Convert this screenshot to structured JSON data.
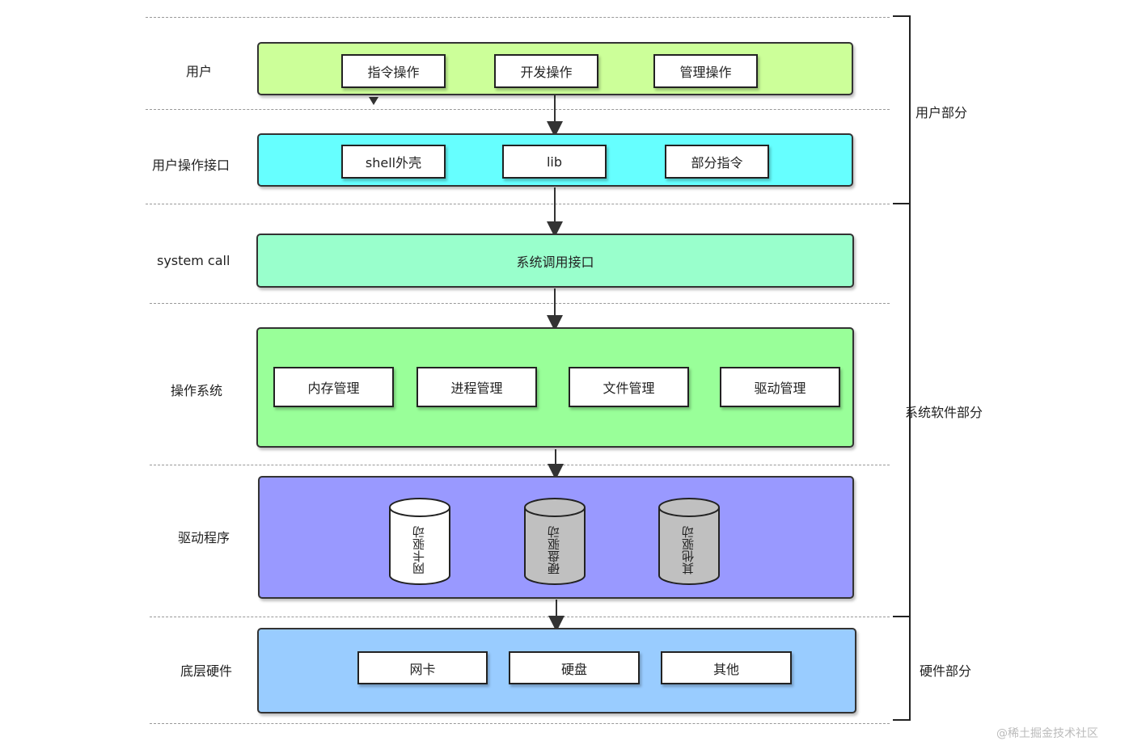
{
  "colors": {
    "user_layer": "#ccff99",
    "interface_layer": "#66ffff",
    "syscall_layer": "#99ffcc",
    "os_layer": "#99ff99",
    "driver_layer": "#9999ff",
    "hardware_layer": "#99ccff",
    "cylinder_white": "#ffffff",
    "cylinder_gray": "#c0c0c0"
  },
  "layers": {
    "user": {
      "label": "用户",
      "items": [
        "指令操作",
        "开发操作",
        "管理操作"
      ]
    },
    "user_interface": {
      "label": "用户操作接口",
      "items": [
        "shell外壳",
        "lib",
        "部分指令"
      ]
    },
    "system_call": {
      "label": "system call",
      "text": "系统调用接口"
    },
    "os": {
      "label": "操作系统",
      "items": [
        "内存管理",
        "进程管理",
        "文件管理",
        "驱动管理"
      ]
    },
    "drivers": {
      "label": "驱动程序",
      "items": [
        "网卡驱动",
        "硬盘驱动",
        "其他驱动"
      ]
    },
    "hardware": {
      "label": "底层硬件",
      "items": [
        "网卡",
        "硬盘",
        "其他"
      ]
    }
  },
  "parts": {
    "user_part": "用户部分",
    "system_software_part": "系统软件部分",
    "hardware_part": "硬件部分"
  },
  "watermark": "@稀土掘金技术社区"
}
